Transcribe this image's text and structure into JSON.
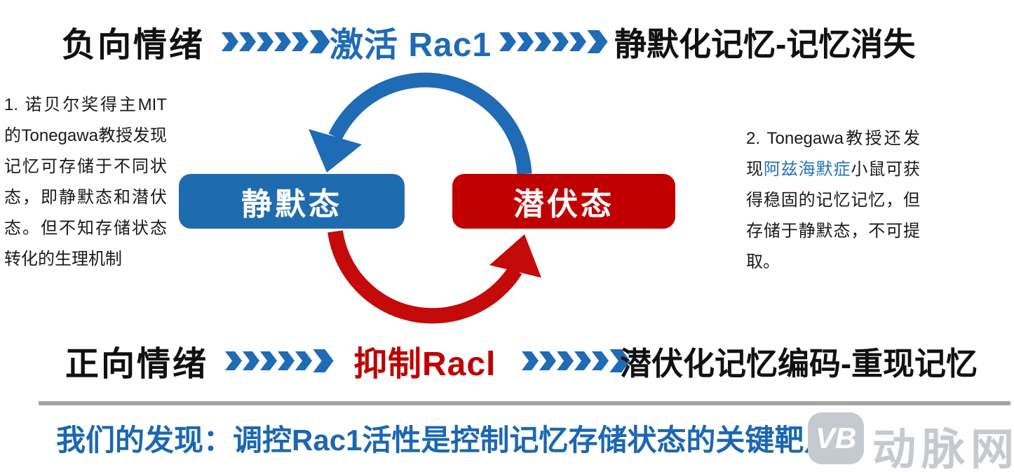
{
  "colors": {
    "blue": "#1F6BB5",
    "box_blue": "#1F6BB0",
    "red": "#C00000",
    "arc_red": "#C40A0A",
    "text_black": "#1A1A1A",
    "highlight_blue": "#2272B8",
    "conclusion_blue": "#1B67B2",
    "divider_gray": "#A6A6A6",
    "watermark_gray": "#C5CAD0"
  },
  "top_flow": {
    "source": "负向情绪",
    "process": "激活 Rac1",
    "outcome": "静默化记忆-记忆消失"
  },
  "bottom_flow": {
    "source": "正向情绪",
    "process": "抑制Racl",
    "outcome": "潜伏化记忆编码-重现记忆"
  },
  "notes": {
    "left": "1. 诺贝尔奖得主MIT的Tonegawa教授发现记忆可存储于不同状态，即静默态和潜伏态。但不知存储状态转化的生理机制",
    "right_prefix": "2. Tonegawa教授还发现",
    "right_highlight": "阿兹海默症",
    "right_suffix": "小鼠可获得稳固的记忆记忆，但存储于静默态，不可提取。"
  },
  "cycle": {
    "silent_state": "静默态",
    "latent_state": "潜伏态"
  },
  "conclusion": "我们的发现：调控Rac1活性是控制记忆存储状态的关键靶点",
  "watermark": {
    "logo": "VB",
    "brand": "动脉网"
  }
}
